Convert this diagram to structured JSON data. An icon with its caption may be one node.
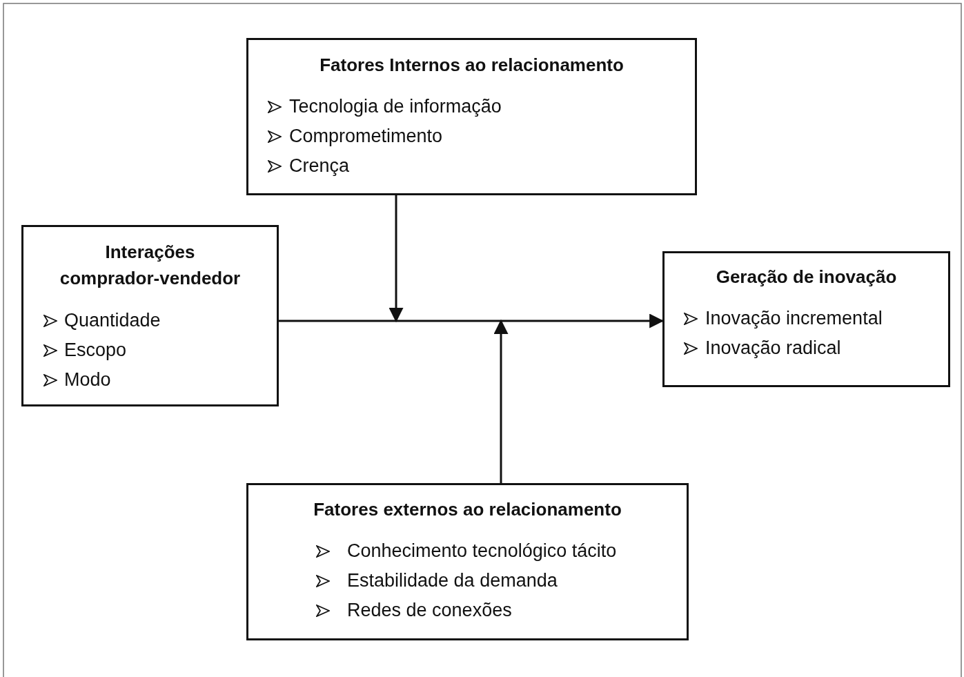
{
  "diagram": {
    "nodes": [
      {
        "text": [
          "Fatores Internos ao relacionamento",
          "Tecnologia de informação",
          "Comprometimento",
          "Crença"
        ]
      },
      {
        "text": [
          "Interações comprador-vendedor",
          "Quantidade",
          "Escopo",
          "Modo"
        ]
      },
      {
        "text": [
          "Geração de inovação",
          "Inovação incremental",
          "Inovação radical"
        ]
      },
      {
        "text": [
          "Fatores externos ao relacionamento",
          "Conhecimento tecnológico tácito",
          "Estabilidade da demanda",
          "Redes de conexões"
        ]
      }
    ],
    "edges": [
      {
        "from": 1,
        "to": 2,
        "arrow": "to"
      },
      {
        "from": 0,
        "to": null,
        "arrow": "to"
      },
      {
        "from": 3,
        "to": null,
        "arrow": "to"
      }
    ]
  }
}
